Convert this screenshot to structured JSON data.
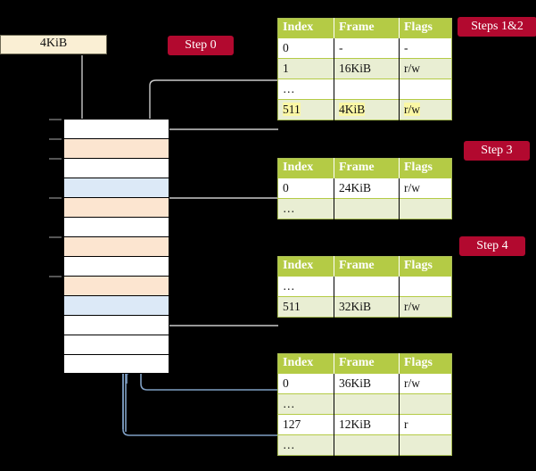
{
  "labels": {
    "steps_1_2": "Steps 1&2",
    "step_0": "Step 0",
    "step_3": "Step 3",
    "step_4": "Step 4"
  },
  "page_box": {
    "label": "4KiB"
  },
  "colors": {
    "chip_bg": "#b2092f",
    "table_header_bg": "#b4cb45",
    "table_alt_row": "#e9eed3",
    "highlight": "#fbf7a5",
    "page_box_bg": "#faefd4",
    "mem_orange": "#fce5d0",
    "mem_blue": "#dce9f7",
    "wire_gray": "#c9c9c9",
    "wire_blue": "#7f9fc4"
  },
  "tables": [
    {
      "name": "table-steps-1-2",
      "columns": [
        "Index",
        "Frame",
        "Flags"
      ],
      "rows": [
        {
          "index": "0",
          "frame": "-",
          "flags": "-",
          "alt": false,
          "highlight": false
        },
        {
          "index": "1",
          "frame": "16KiB",
          "flags": "r/w",
          "alt": true,
          "highlight": false
        },
        {
          "index": "…",
          "frame": "",
          "flags": "",
          "alt": false,
          "highlight": false
        },
        {
          "index": "511",
          "frame": "4KiB",
          "flags": "r/w",
          "alt": true,
          "highlight": true
        }
      ]
    },
    {
      "name": "table-step-3",
      "columns": [
        "Index",
        "Frame",
        "Flags"
      ],
      "rows": [
        {
          "index": "0",
          "frame": "24KiB",
          "flags": "r/w",
          "alt": false,
          "highlight": false
        },
        {
          "index": "…",
          "frame": "",
          "flags": "",
          "alt": true,
          "highlight": false
        }
      ]
    },
    {
      "name": "table-step-4-upper",
      "columns": [
        "Index",
        "Frame",
        "Flags"
      ],
      "rows": [
        {
          "index": "…",
          "frame": "",
          "flags": "",
          "alt": false,
          "highlight": false
        },
        {
          "index": "511",
          "frame": "32KiB",
          "flags": "r/w",
          "alt": true,
          "highlight": false
        }
      ]
    },
    {
      "name": "table-step-4-lower",
      "columns": [
        "Index",
        "Frame",
        "Flags"
      ],
      "rows": [
        {
          "index": "0",
          "frame": "36KiB",
          "flags": "r/w",
          "alt": false,
          "highlight": false
        },
        {
          "index": "…",
          "frame": "",
          "flags": "",
          "alt": true,
          "highlight": false
        },
        {
          "index": "127",
          "frame": "12KiB",
          "flags": "r",
          "alt": false,
          "highlight": false
        },
        {
          "index": "…",
          "frame": "",
          "flags": "",
          "alt": true,
          "highlight": false
        }
      ]
    }
  ],
  "memory_rows": [
    {
      "fill": "white",
      "tick": true
    },
    {
      "fill": "orange",
      "tick": true
    },
    {
      "fill": "white",
      "tick": true
    },
    {
      "fill": "blue",
      "tick": false
    },
    {
      "fill": "orange",
      "tick": true
    },
    {
      "fill": "white",
      "tick": false
    },
    {
      "fill": "orange",
      "tick": true
    },
    {
      "fill": "white",
      "tick": false
    },
    {
      "fill": "orange",
      "tick": true
    },
    {
      "fill": "blue",
      "tick": false
    },
    {
      "fill": "white",
      "tick": false
    },
    {
      "fill": "white",
      "tick": false
    },
    {
      "fill": "white",
      "tick": false
    }
  ]
}
